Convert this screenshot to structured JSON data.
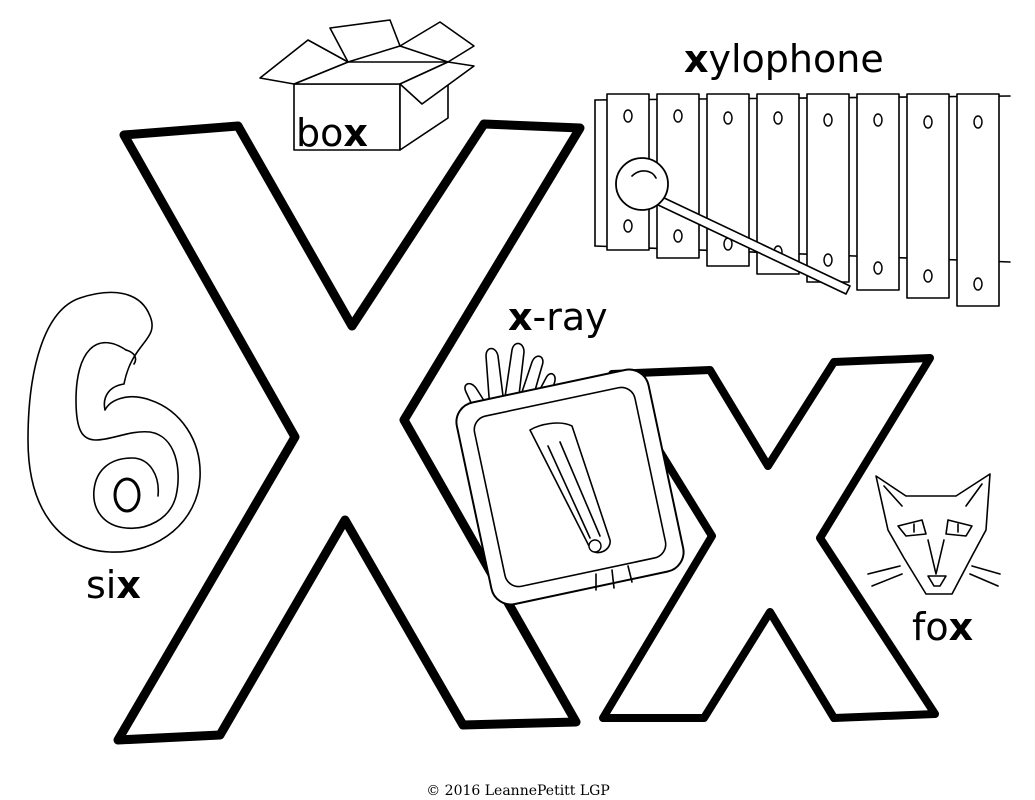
{
  "letters": {
    "upper": "X",
    "lower": "x"
  },
  "words": {
    "box": {
      "rest": "bo",
      "letter": "x"
    },
    "xylophone": {
      "letter": "x",
      "rest": "ylophone"
    },
    "xray": {
      "letter": "x",
      "rest": "-ray"
    },
    "six": {
      "rest": "si",
      "letter": "x"
    },
    "fox": {
      "rest": "fo",
      "letter": "x"
    }
  },
  "pictures": {
    "box": "box-drawing",
    "xylophone": "xylophone-drawing",
    "xray": "xray-hand-drawing",
    "six": "number-six-drawing",
    "fox": "fox-face-drawing"
  },
  "copyright": "© 2016 LeannePetitt LGP",
  "colors": {
    "ink": "#000000",
    "paper": "#ffffff"
  }
}
